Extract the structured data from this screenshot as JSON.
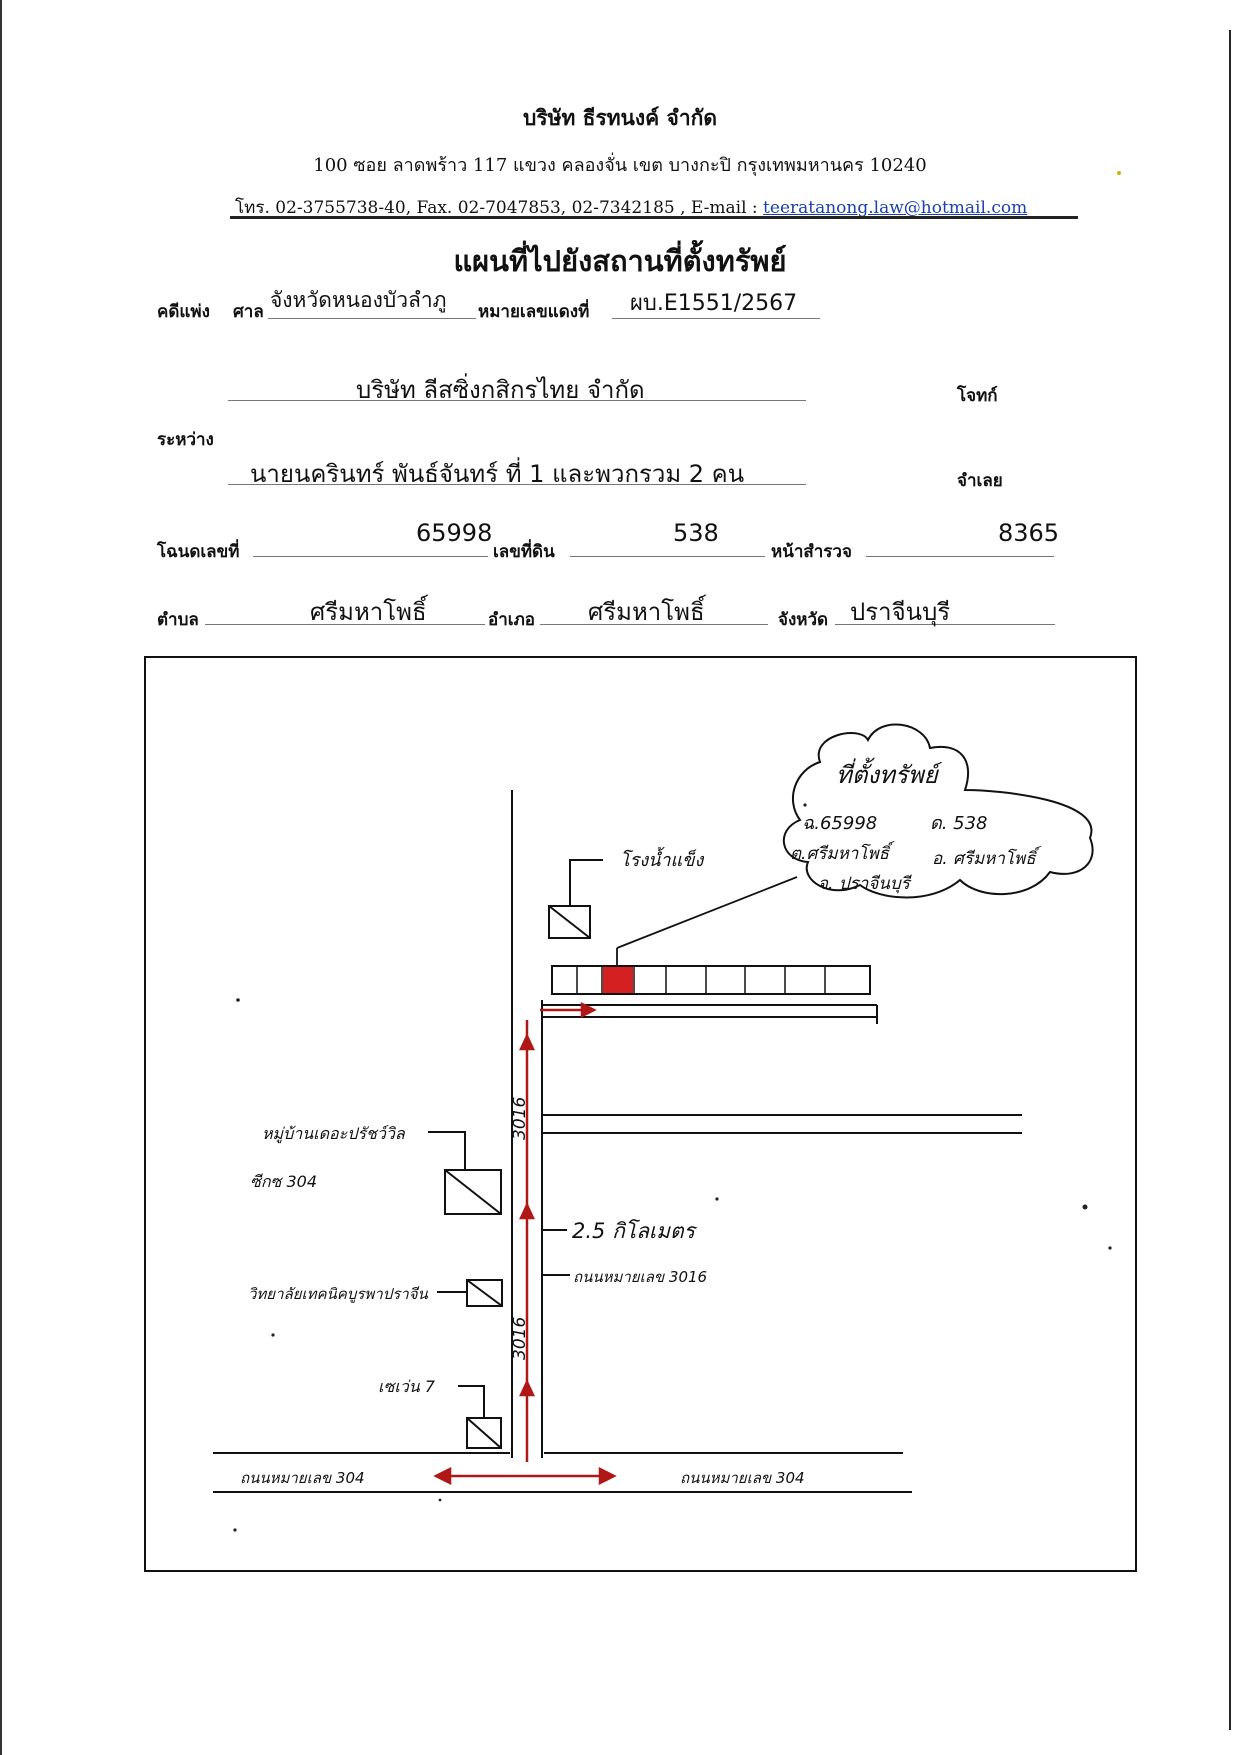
{
  "company": {
    "name": "บริษัท ธีรทนงค์ จำกัด",
    "address": "100 ซอย ลาดพร้าว 117 แขวง คลองจั่น เขต บางกะปิ กรุงเทพมหานคร 10240",
    "contact_prefix": "โทร. 02-3755738-40, Fax. 02-7047853, 02-7342185 , E-mail : ",
    "email": "teeratanong.law@hotmail.com"
  },
  "document": {
    "title": "แผนที่ไปยังสถานที่ตั้งทรัพย์"
  },
  "case": {
    "label_civil": "คดีแพ่ง",
    "label_court": "ศาล",
    "court": "จังหวัดหนองบัวลำภู",
    "label_red_no": "หมายเลขแดงที่",
    "red_no": "ผบ.E1551/2567",
    "plaintiff": "บริษัท ลีสซิ่งกสิกรไทย จำกัด",
    "label_plaintiff": "โจทก์",
    "label_between": "ระหว่าง",
    "defendant": "นายนครินทร์ พันธ์จันทร์ ที่ 1 และพวกรวม 2 คน",
    "label_defendant": "จำเลย"
  },
  "property": {
    "label_deed": "โฉนดเลขที่",
    "deed_no": "65998",
    "label_land_no": "เลขที่ดิน",
    "land_no": "538",
    "label_survey": "หน้าสำรวจ",
    "survey_no": "8365",
    "label_subdistrict": "ตำบล",
    "subdistrict": "ศรีมหาโพธิ์",
    "label_district": "อำเภอ",
    "district": "ศรีมหาโพธิ์",
    "label_province": "จังหวัด",
    "province": "ปราจีนบุรี"
  },
  "map": {
    "cloud_title": "ที่ตั้งทรัพย์",
    "cloud_line1a": "ฉ.65998",
    "cloud_line1b": "ด. 538",
    "cloud_line2a": "ต.ศรีมหาโพธิ์",
    "cloud_line2b": "อ. ศรีมหาโพธิ์",
    "cloud_line3": "จ. ปราจีนบุรี",
    "ice_factory": "โรงน้ำแข็ง",
    "village": "หมู่บ้านเดอะปรัชว์วิล",
    "village_sub": "ซีกซ 304",
    "college": "วิทยาลัยเทคนิคบูรพาปราจีน",
    "seven": "เซเว่น 7",
    "distance": "2.5 กิโลเมตร",
    "road_3016": "ถนนหมายเลข 3016",
    "road_3016_vertical": "3016",
    "road_304_left": "ถนนหมายเลข 304",
    "road_304_right": "ถนนหมายเลข 304"
  },
  "colors": {
    "red_marker": "#d42020",
    "link": "#1a3fb0"
  }
}
